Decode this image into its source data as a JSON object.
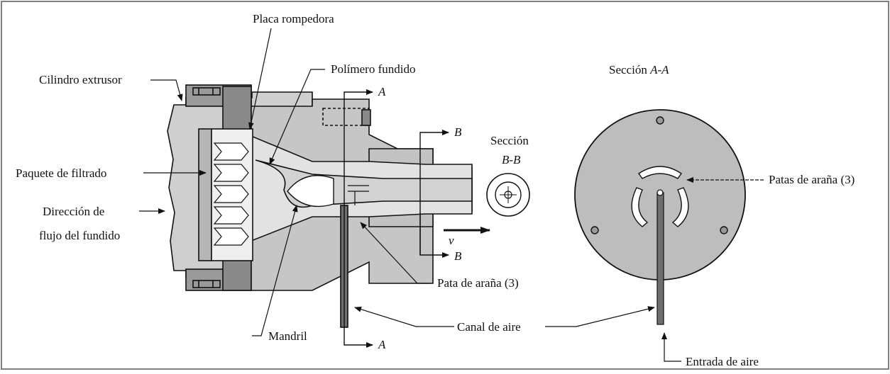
{
  "labels": {
    "breaker_plate": "Placa rompedora",
    "extruder_barrel": "Cilindro extrusor",
    "polymer_melt": "Polímero fundido",
    "screen_pack": "Paquete de filtrado",
    "flow_direction_1": "Dirección de",
    "flow_direction_2": "flujo del fundido",
    "mandrel": "Mandril",
    "spider_leg": "Pata de araña (3)",
    "air_channel": "Canal de aire",
    "spider_legs": "Patas de araña (3)",
    "air_inlet": "Entrada de aire",
    "velocity": "v"
  },
  "sections": {
    "a_title_prefix": "Sección ",
    "a_title_name": "A-A",
    "b_title_line1": "Sección",
    "b_title_line2": "B-B",
    "marker_a": "A",
    "marker_b": "B"
  },
  "colors": {
    "frame": "#7f7f7f",
    "line": "#111111",
    "body_fill": "#cfcfcf",
    "dark_fill": "#8a8a8a",
    "melt_fill": "#d9d9d9",
    "disk_fill": "#bdbdbd"
  }
}
